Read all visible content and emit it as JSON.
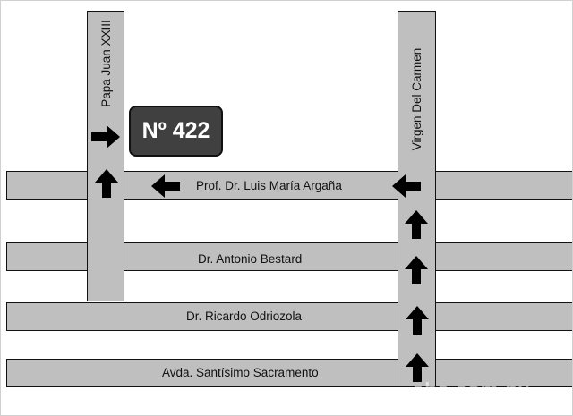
{
  "location": {
    "number": "Nº 422"
  },
  "streets": {
    "arguaña": "Prof. Dr. Luis María Argaña",
    "bestard": "Dr. Antonio Bestard",
    "odriozola": "Dr. Ricardo Odriozola",
    "santisimo": "Avda. Santísimo Sacramento",
    "papa_juan": "Papa Juan XXIII",
    "virgen": "Virgen Del Carmen"
  },
  "watermark": "abc.com.py",
  "icons": {
    "arrow": "arrow-icon",
    "pin": "location-badge"
  },
  "colors": {
    "road_fill": "#bfbfbf",
    "road_outline": "#111111",
    "badge_fill": "#404040",
    "badge_text": "#ffffff",
    "arrow_fill": "#000000"
  }
}
